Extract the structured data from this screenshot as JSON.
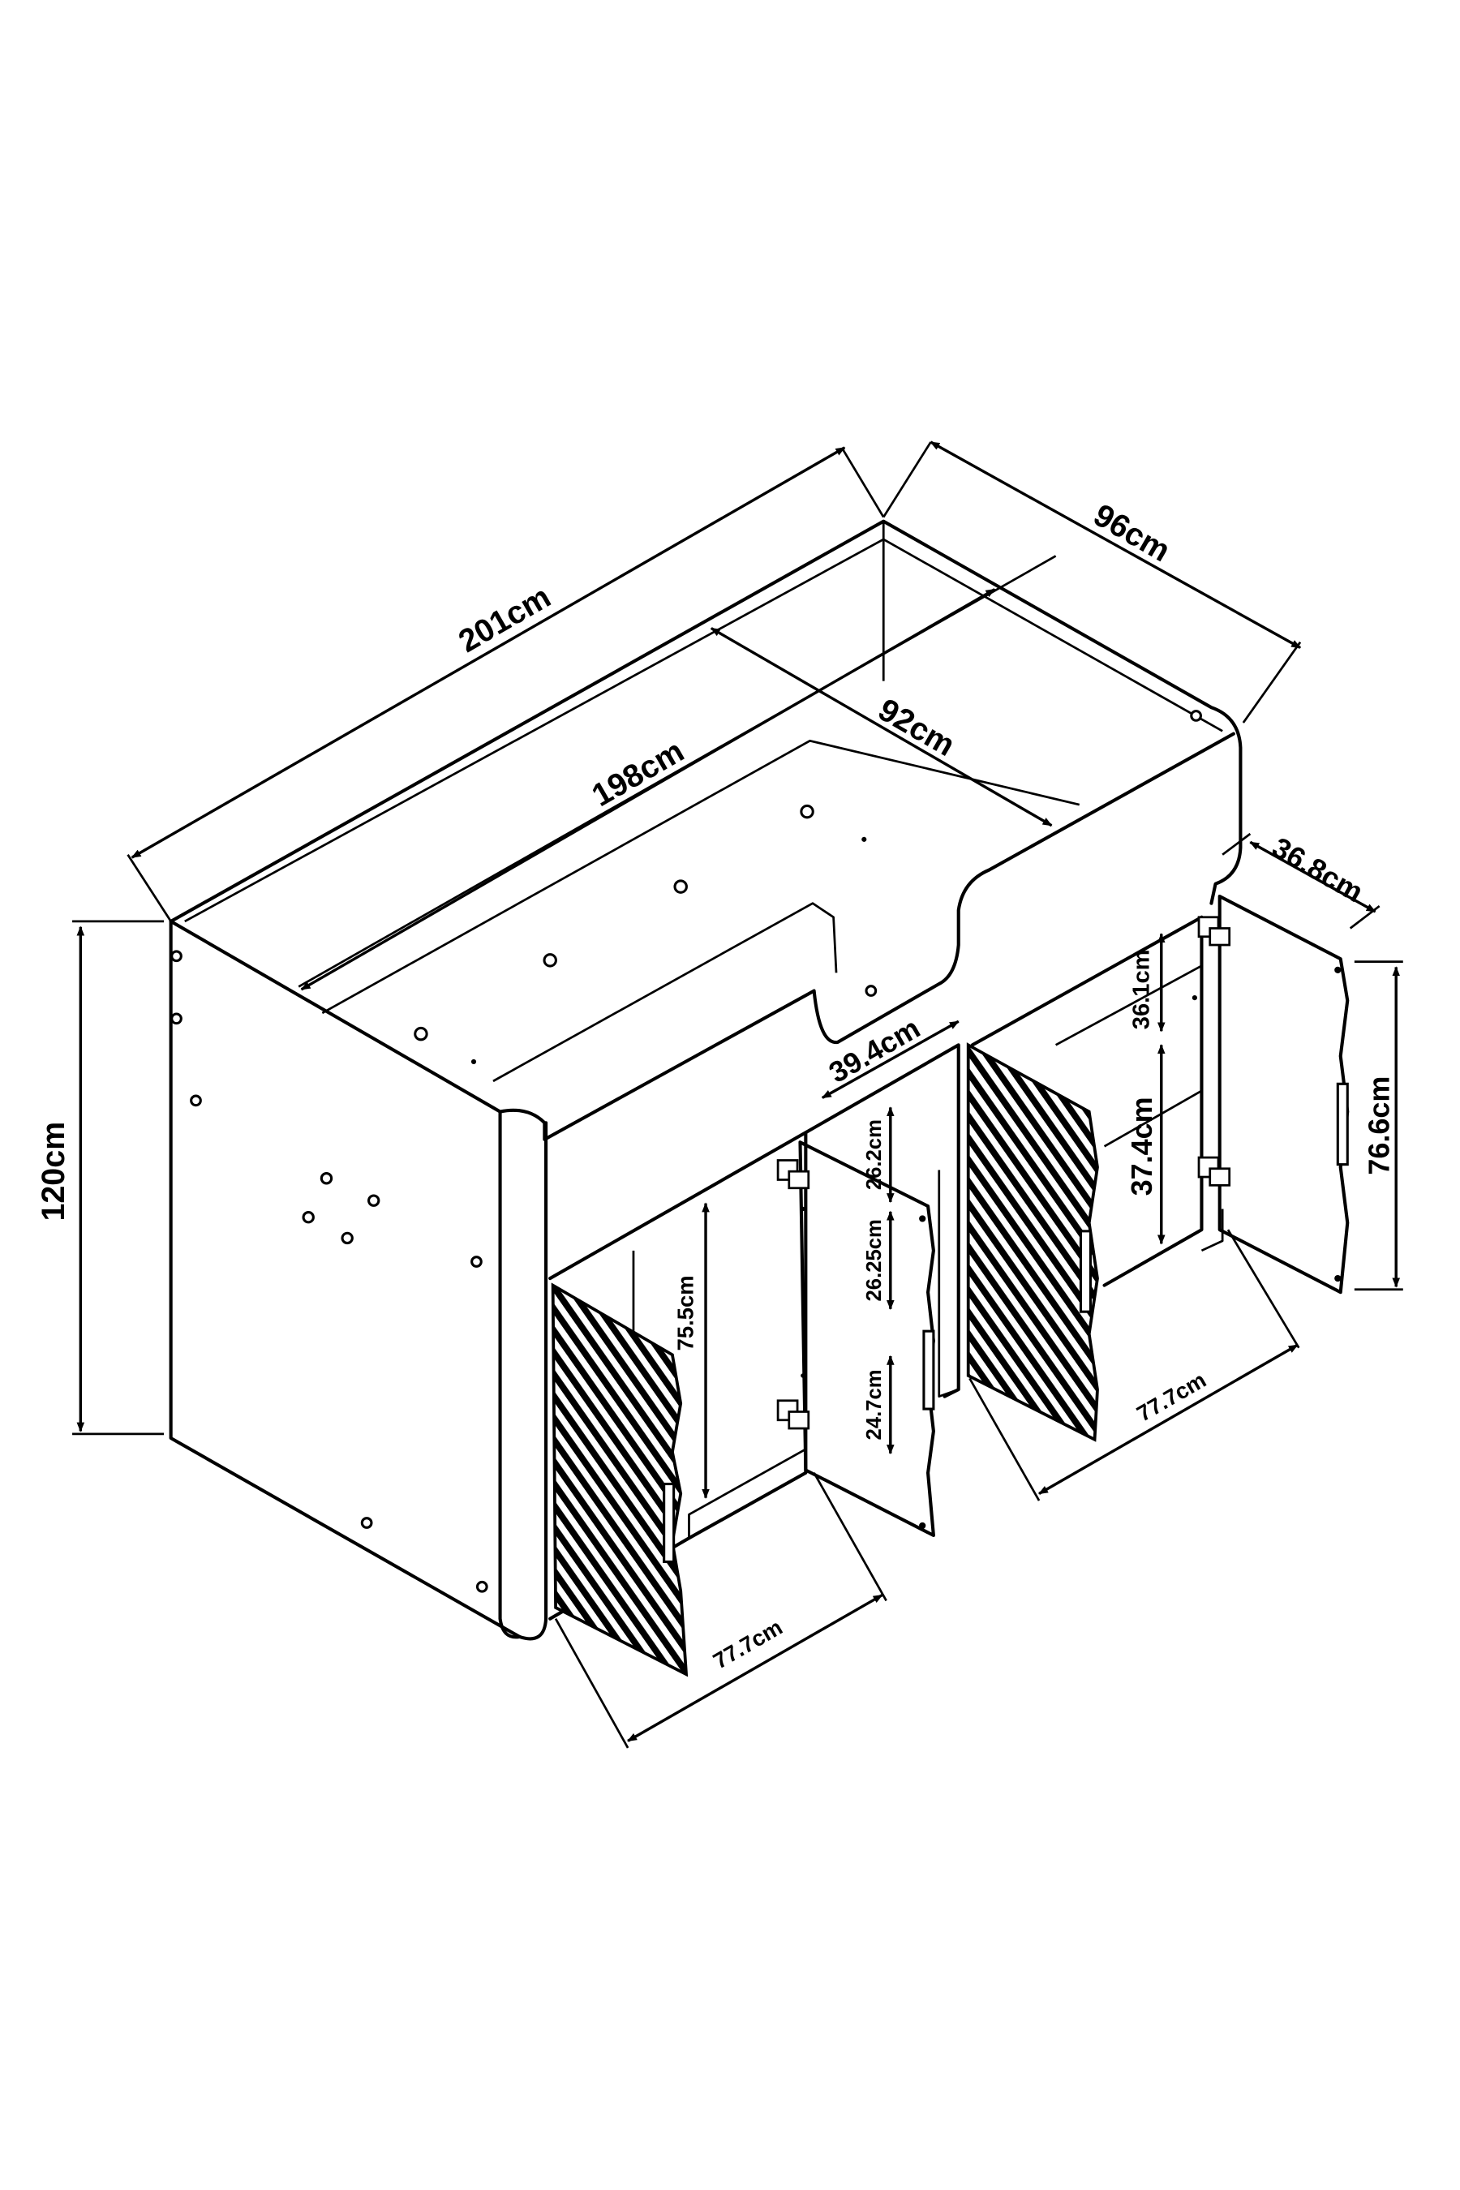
{
  "dimensions": {
    "overall_length": "201cm",
    "overall_width": "96cm",
    "inner_length": "198cm",
    "inner_width": "92cm",
    "overall_height": "120cm",
    "shelf_depth": "36.8cm",
    "right_door_height": "76.6cm",
    "upper_compartment_height": "36.1cm",
    "lower_compartment_height": "37.4cm",
    "center_compartment_width": "39.4cm",
    "center_drawer_top": "26.2cm",
    "center_drawer_middle": "26.25cm",
    "center_drawer_bottom": "24.7cm",
    "left_cabinet_height": "75.5cm",
    "left_door_swing": "77.7cm",
    "middle_door_swing": "77.7cm"
  }
}
